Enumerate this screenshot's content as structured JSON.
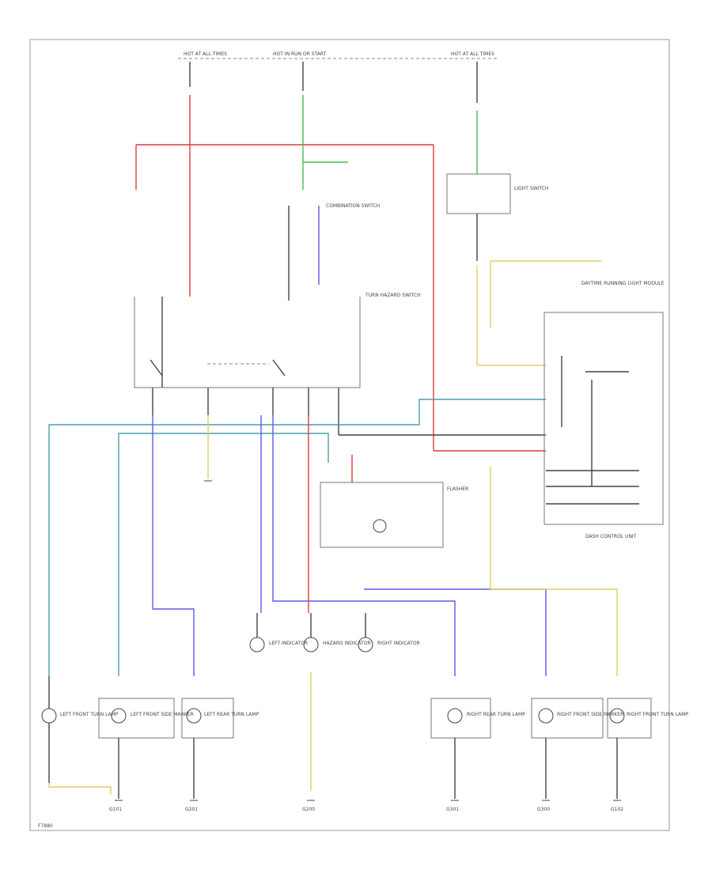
{
  "diagram": {
    "type": "wiring-schematic",
    "colors": {
      "red": "#e23b3b",
      "green": "#4bbd4b",
      "yellow": "#e0d060",
      "blue": "#5a5aee",
      "cyan": "#4a9fa8",
      "black": "#444444"
    },
    "corner_code": "F7880",
    "fuses": [
      {
        "id": "fuse-left",
        "label": "HOT AT ALL TIMES"
      },
      {
        "id": "fuse-center",
        "label": "HOT IN RUN OR START"
      },
      {
        "id": "fuse-right",
        "label": "HOT AT ALL TIMES"
      }
    ],
    "components": [
      {
        "id": "turn-hazard-switch",
        "label": "TURN HAZARD SWITCH"
      },
      {
        "id": "combination-switch",
        "label": "COMBINATION SWITCH"
      },
      {
        "id": "flasher",
        "label": "FLASHER"
      },
      {
        "id": "light-switch",
        "label": "LIGHT SWITCH"
      },
      {
        "id": "daytime-running-light-module",
        "label": "DAYTIME RUNNING LIGHT MODULE"
      },
      {
        "id": "dash-control",
        "label": "DASH CONTROL UNIT"
      }
    ],
    "lamps": [
      {
        "id": "lf-turn",
        "label": "LEFT FRONT TURN LAMP"
      },
      {
        "id": "lf-side",
        "label": "LEFT FRONT SIDE MARKER"
      },
      {
        "id": "lr-turn",
        "label": "LEFT REAR TURN LAMP"
      },
      {
        "id": "left-indicator",
        "label": "LEFT INDICATOR"
      },
      {
        "id": "hazard-indicator",
        "label": "HAZARD INDICATOR"
      },
      {
        "id": "right-indicator",
        "label": "RIGHT INDICATOR"
      },
      {
        "id": "rr-turn",
        "label": "RIGHT REAR TURN LAMP"
      },
      {
        "id": "rf-side",
        "label": "RIGHT FRONT SIDE MARKER"
      },
      {
        "id": "rf-turn",
        "label": "RIGHT FRONT TURN LAMP"
      }
    ],
    "grounds": [
      {
        "id": "g-left",
        "label": "G101"
      },
      {
        "id": "g-left2",
        "label": "G201"
      },
      {
        "id": "g-center",
        "label": "G200"
      },
      {
        "id": "g-right",
        "label": "G301"
      },
      {
        "id": "g-right2",
        "label": "G300"
      },
      {
        "id": "g-far-right",
        "label": "G102"
      }
    ]
  }
}
